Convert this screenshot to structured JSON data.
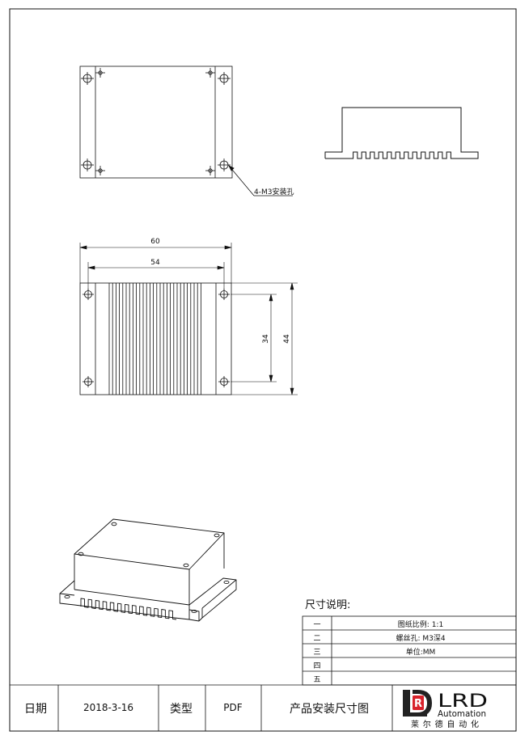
{
  "drawing": {
    "hole_callout": "4-M3安装孔",
    "dim_overall_width": "60",
    "dim_hole_spacing_width": "54",
    "dim_hole_spacing_height": "34",
    "dim_overall_height": "44"
  },
  "notes": {
    "heading": "尺寸说明:",
    "rows": [
      {
        "index": "一",
        "text": "图纸比例: 1:1"
      },
      {
        "index": "二",
        "text": "螺丝孔: M3深4"
      },
      {
        "index": "三",
        "text": "单位:MM"
      },
      {
        "index": "四",
        "text": ""
      },
      {
        "index": "五",
        "text": ""
      }
    ]
  },
  "title_block": {
    "date_label": "日期",
    "date_value": "2018-3-16",
    "type_label": "类型",
    "type_value": "PDF",
    "drawing_title": "产品安装尺寸图",
    "brand_letters": "LRD",
    "brand_sub": "Automation",
    "brand_cn": "莱尔德自动化",
    "logo_letters": "LDR"
  },
  "colors": {
    "line": "#111111",
    "logo_red": "#d8222b",
    "logo_dark": "#222222"
  }
}
